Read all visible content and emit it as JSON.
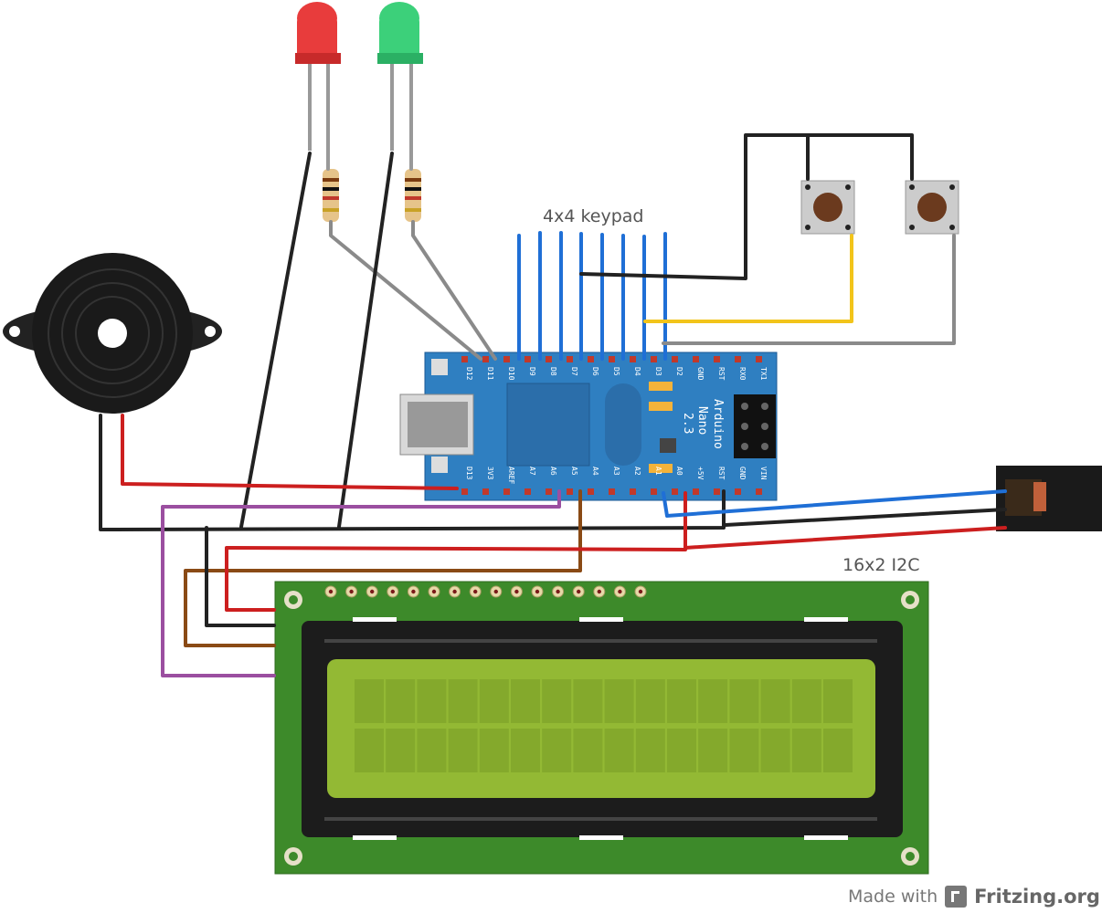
{
  "labels": {
    "keypad": "4x4 keypad",
    "lcd": "16x2 I2C",
    "board_name_1": "Arduino",
    "board_name_2": "Nano",
    "board_version": "2.3",
    "footer_made_with": "Made with",
    "footer_brand": "Fritzing.org"
  },
  "nano_pins": {
    "top": [
      "D12",
      "D11",
      "D10",
      "D9",
      "D8",
      "D7",
      "D6",
      "D5",
      "D4",
      "D3",
      "D2",
      "GND",
      "RST",
      "RX0",
      "TX1"
    ],
    "bottom": [
      "D13",
      "3V3",
      "AREF",
      "A7",
      "A6",
      "A5",
      "A4",
      "A3",
      "A2",
      "A1",
      "A0",
      "+5V",
      "RST",
      "GND",
      "VIN"
    ]
  },
  "colors": {
    "board": "#2f7fc1",
    "lcd_pcb": "#3d8a2a",
    "lcd_screen": "#93b934",
    "wire_red": "#cc1f1f",
    "wire_black": "#222222",
    "wire_blue": "#1f6fd6",
    "wire_yellow": "#f2c41a",
    "wire_gray": "#8a8a8a",
    "wire_brown": "#8a4a15",
    "wire_purple": "#9b4fa0",
    "led_red": "#e83c3c",
    "led_green": "#3cd07a"
  }
}
